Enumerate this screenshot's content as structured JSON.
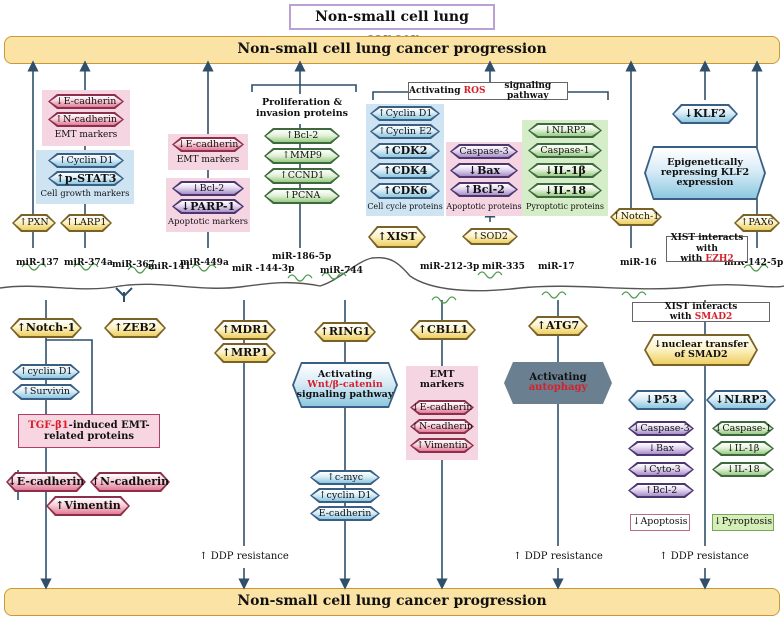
{
  "title": "Non-small cell lung cancer",
  "banner_top": "Non-small cell lung cancer progression",
  "banner_bottom": "Non-small cell lung cancer progression",
  "xist": "↑XIST",
  "mirnas": {
    "m137": "miR-137",
    "m374a": "miR-374a",
    "m367": "miR-367",
    "m141": "miR-141",
    "m449a": "miR-449a",
    "m144": "miR -144-3p",
    "m186": "miR-186-5p",
    "m744": "miR-744",
    "m212": "miR-212-3p",
    "m335": "miR-335",
    "m17": "miR-17",
    "m16": "miR-16",
    "m142": "miR-142-5p"
  },
  "upper": {
    "pxn": "↑PXN",
    "larp1": "↑LARP1",
    "e_cad": "↓E-cadherin",
    "n_cad": "↑N-cadherin",
    "emt_markers": "EMT markers",
    "cyclin_d1": "↑Cyclin D1",
    "pstat3": "↑p-STAT3",
    "cell_growth": "Cell growth markers",
    "e_cad2": "↓E-cadherin",
    "emt_markers2": "EMT markers",
    "bcl2": "↓Bcl-2",
    "parp1": "↓PARP-1",
    "apoptotic_markers": "Apoptotic markers",
    "prolif_title": "Proliferation & invasion proteins",
    "bcl2b": "↑Bcl-2",
    "mmp9": "↑MMP9",
    "ccnd1": "↑CCND1",
    "pcna": "↑PCNA",
    "ros_pre": "Activating",
    "ros_word": "ROS",
    "ros_post": "signaling pathway",
    "cyclin_d1b": "↑Cyclin D1",
    "cyclin_e2": "↑Cyclin E2",
    "cdk2": "↑CDK2",
    "cdk4": "↑CDK4",
    "cdk6": "↑CDK6",
    "cell_cycle": "Cell cycle proteins",
    "casp3": "Caspase-3",
    "bax": "↓Bax",
    "bcl2c": "↑Bcl-2",
    "apoptotic_proteins": "Apoptotic proteins",
    "nlrp3": "↓NLRP3",
    "casp1": "Caspase-1",
    "il1b": "↓IL-1β",
    "il18": "↓IL-18",
    "pyroptotic": "Pyroptotic proteins",
    "sod2": "↑SOD2",
    "notch1": "↑Notch-1",
    "klf2": "↓KLF2",
    "epi": "Epigenetically repressing KLF2 expression",
    "ezh2_pre": "XIST interacts with",
    "ezh2_word": "EZH2",
    "pax6": "↑PAX6"
  },
  "lower": {
    "notch1": "↑Notch-1",
    "cyclind1": "↑cyclin D1",
    "survivin": "↑Survivin",
    "tgf_word": "TGF-β1",
    "tgf_post": "-induced EMT-related proteins",
    "e_cad": "↓E-cadherin",
    "n_cad": "↑N-cadherin",
    "vimentin": "↑Vimentin",
    "zeb2": "↑ZEB2",
    "mdr1": "↑MDR1",
    "mrp1": "↑MRP1",
    "ddp1": "↑ DDP resistance",
    "ring1": "↑RING1",
    "wnt_pre": "Activating",
    "wnt_word": "Wnt/β-catenin",
    "wnt_post": "signaling pathway",
    "cmyc": "↑c-myc",
    "cyclind1b": "↑cyclin D1",
    "ecad_b": "E-cadherin",
    "cbll1": "↑CBLL1",
    "emt_markers": "EMT markers",
    "e_cad3": "↓E-cadherin",
    "n_cad3": "↑N-cadherin",
    "vim3": "↑Vimentin",
    "atg7": "↑ATG7",
    "auto_pre": "Activating",
    "auto_word": "autophagy",
    "ddp2": "↑ DDP resistance",
    "smad_pre": "XIST interacts with",
    "smad_word": "SMAD2",
    "smad_transfer": "↓nuclear transfer of SMAD2",
    "p53": "↓P53",
    "nlrp3": "↓NLRP3",
    "casp3": "↓Caspase-3",
    "bax": "↓Bax",
    "cyto3": "↓Cyto-3",
    "bcl2": "↑Bcl-2",
    "casp1": "↓Caspase-1",
    "il1b": "↓IL-1β",
    "il18": "↓IL-18",
    "apoptosis": "↓Apoptosis",
    "pyroptosis": "↓Pyroptosis",
    "ddp3": "↑ DDP resistance"
  }
}
